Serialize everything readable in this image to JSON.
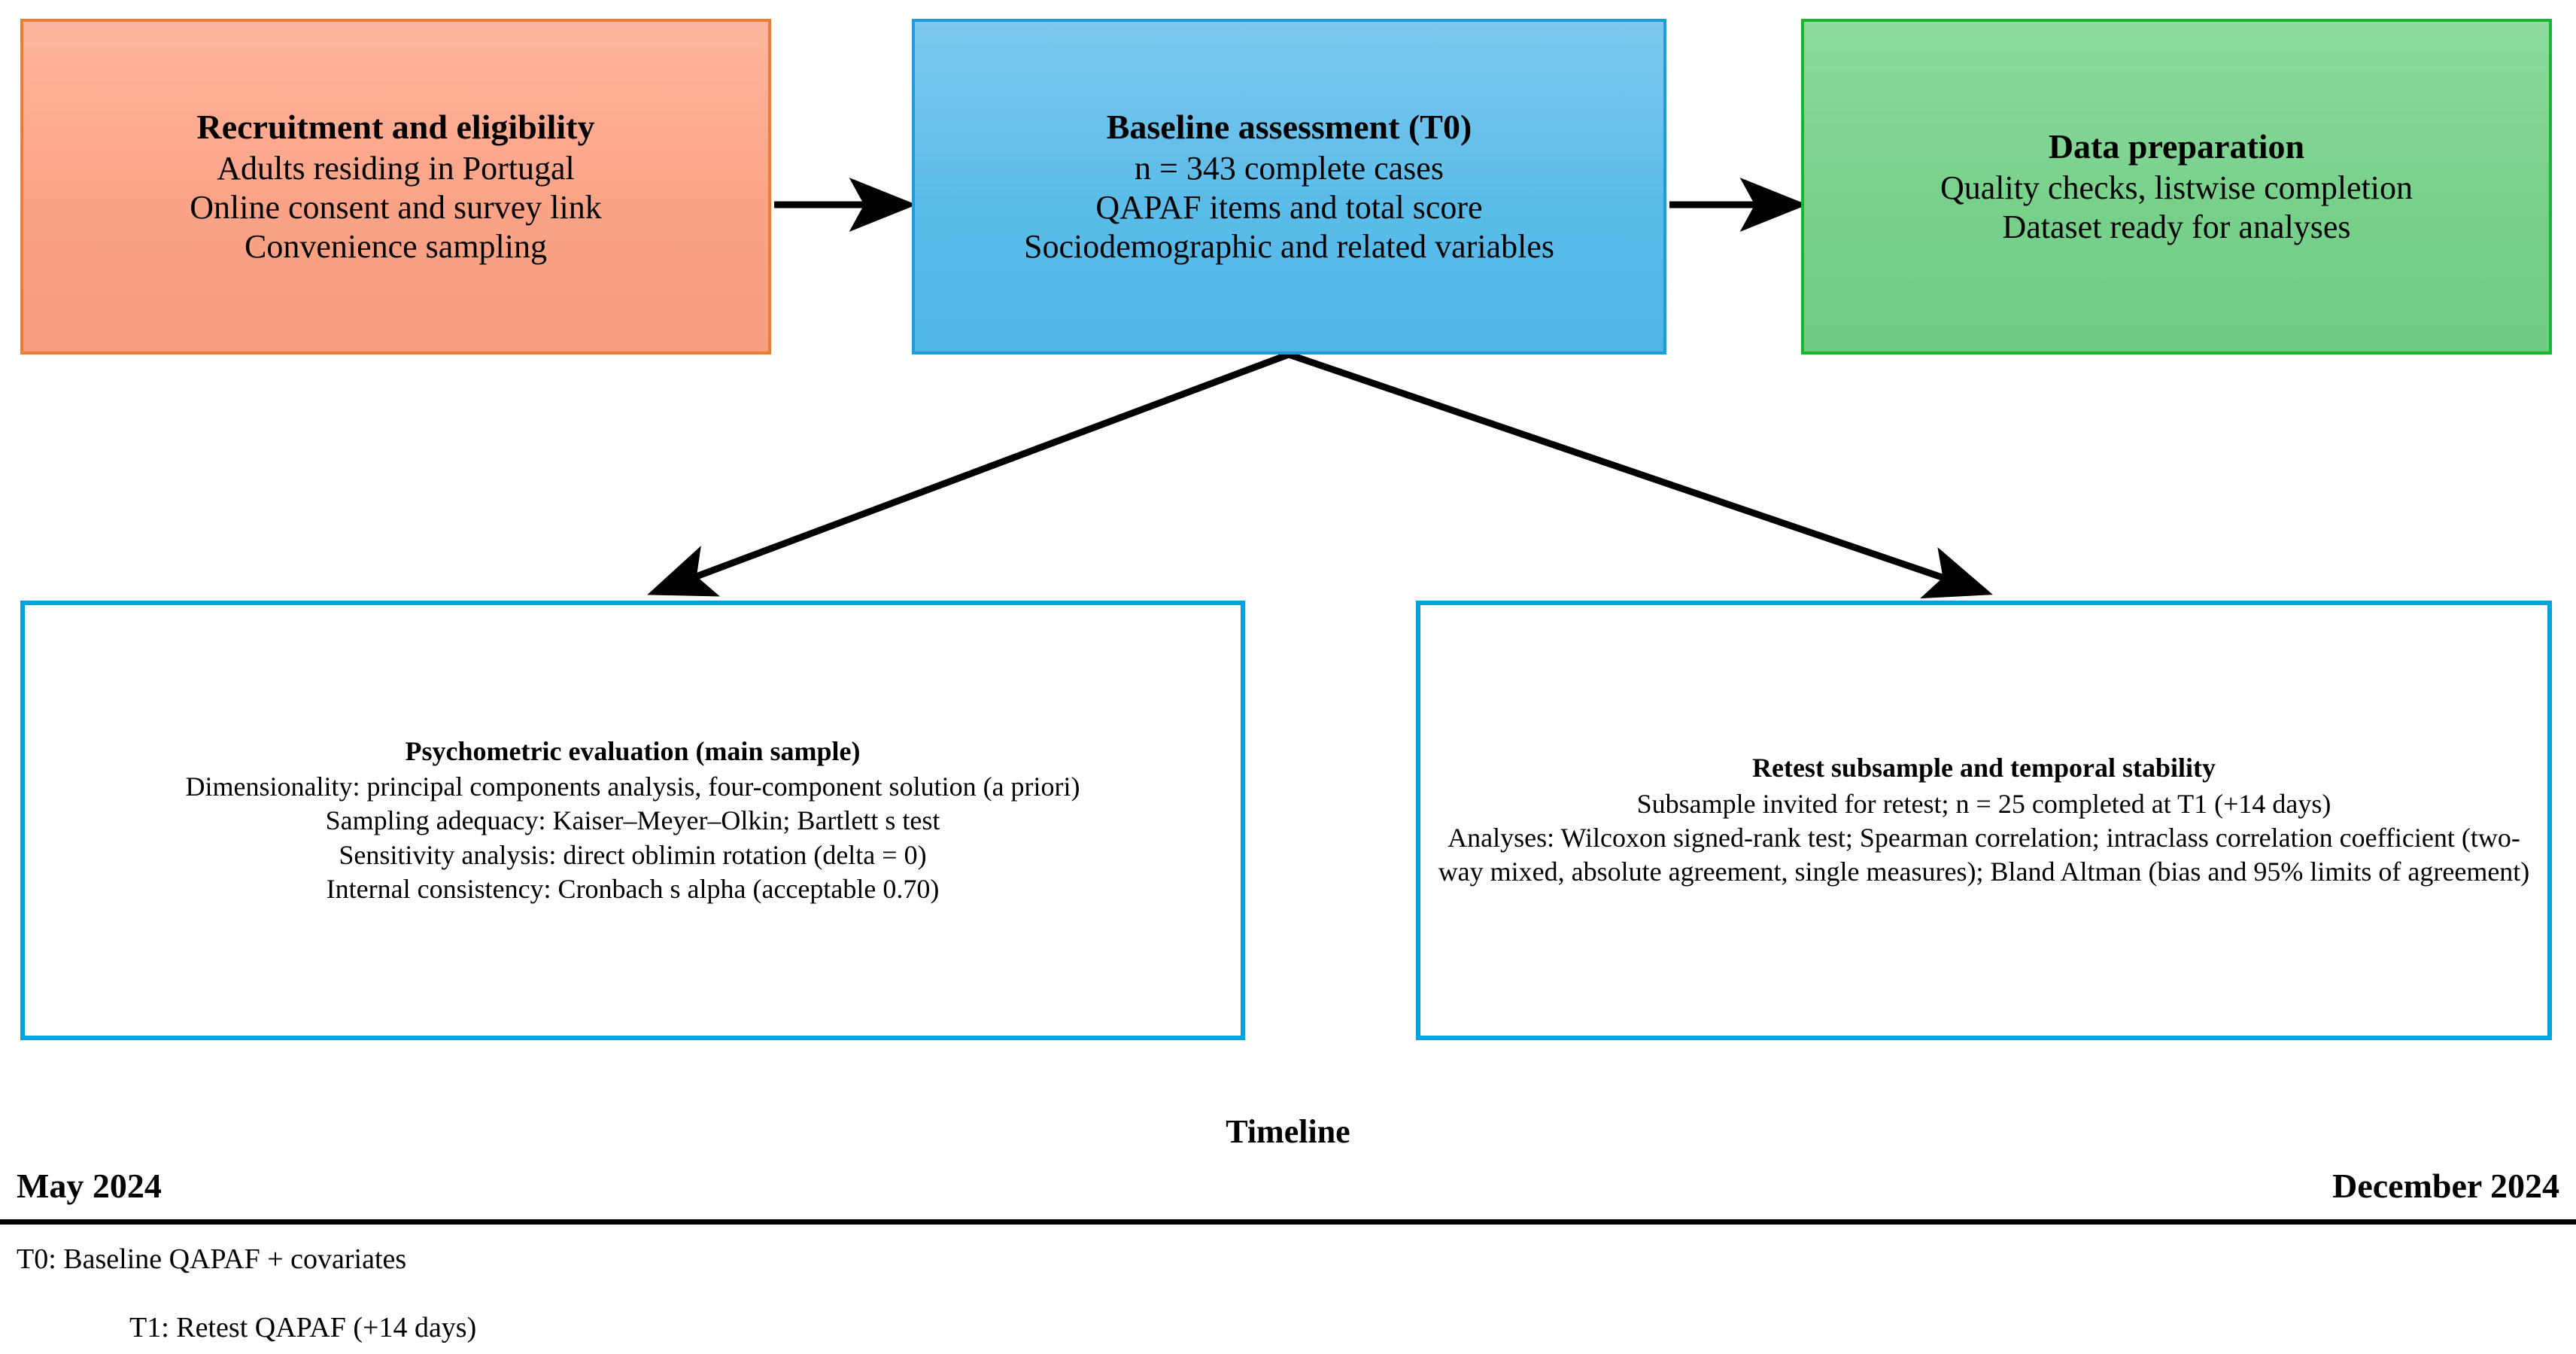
{
  "figure": {
    "type": "flowchart",
    "stages": [
      {
        "id": "recruitment",
        "title": "Recruitment and eligibility",
        "lines": [
          "Adults residing in Portugal",
          "Online consent and survey link",
          "Convenience sampling"
        ],
        "fill_color": "#FBA386",
        "border_color": "#ED7D31"
      },
      {
        "id": "baseline",
        "title": "Baseline assessment (T0)",
        "lines": [
          "n = 343 complete cases",
          "QAPAF items and total score",
          "Sociodemographic and related variables"
        ],
        "fill_color": "#5BBCE9",
        "border_color": "#1F9BD8"
      },
      {
        "id": "data-preparation",
        "title": "Data preparation",
        "lines": [
          "Quality checks, listwise completion",
          "Dataset ready for analyses"
        ],
        "fill_color": "#78D18B",
        "border_color": "#17B62E"
      }
    ],
    "branches": [
      {
        "id": "psychometric-evaluation",
        "title": "Psychometric evaluation (main sample)",
        "lines": [
          "Dimensionality: principal components analysis, four-component solution (a priori)",
          "Sampling adequacy: Kaiser–Meyer–Olkin; Bartlett s test",
          "Sensitivity analysis: direct oblimin rotation (delta = 0)",
          "Internal consistency: Cronbach s alpha (acceptable 0.70)"
        ],
        "border_color": "#00A2E1"
      },
      {
        "id": "retest-subsample",
        "title": "Retest subsample and temporal stability",
        "lines": [
          "Subsample invited for retest; n = 25 completed at T1 (+14 days)",
          "Analyses: Wilcoxon signed-rank test; Spearman correlation; intraclass correlation coefficient (two-way mixed, absolute agreement, single measures); Bland Altman (bias and 95% limits of agreement)"
        ],
        "border_color": "#00A2E1"
      }
    ],
    "timeline": {
      "label": "Timeline",
      "start": "May 2024",
      "end": "December 2024",
      "events": [
        "T0: Baseline QAPAF + covariates",
        "T1: Retest QAPAF (+14 days)"
      ],
      "rule_color": "#000000"
    },
    "arrow_color": "#000000"
  }
}
